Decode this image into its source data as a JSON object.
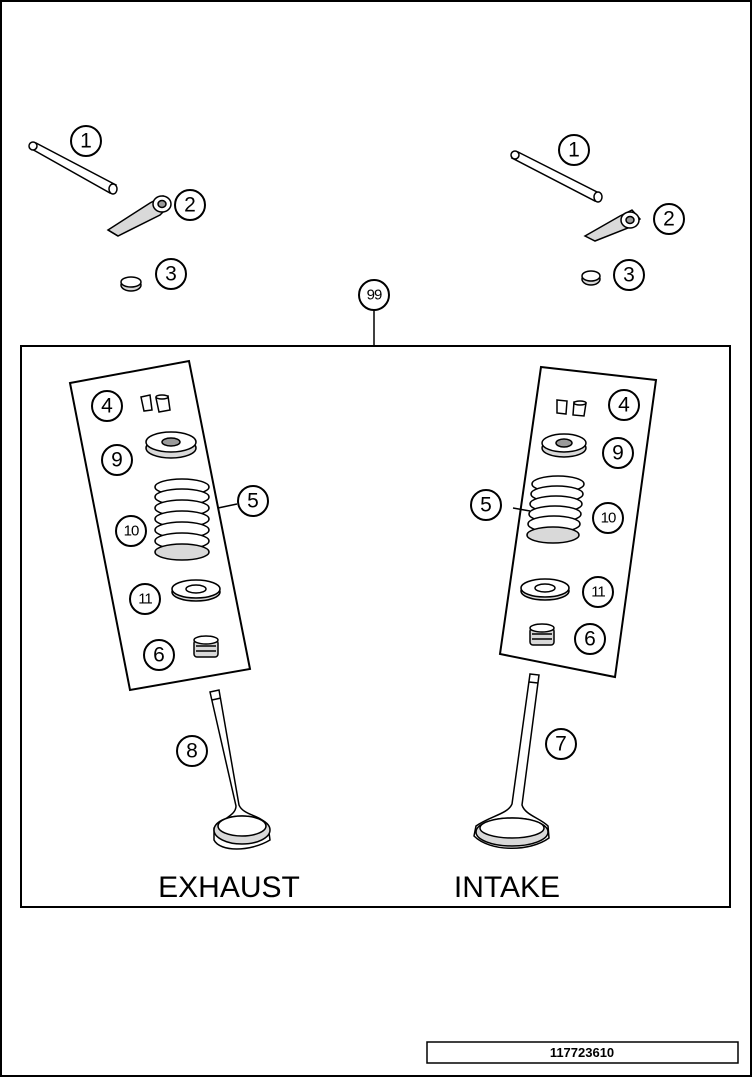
{
  "diagram": {
    "drawing_number": "117723610",
    "labels": {
      "exhaust": "EXHAUST",
      "intake": "INTAKE"
    },
    "callouts": {
      "l1": "1",
      "l2": "2",
      "l3": "3",
      "r1": "1",
      "r2": "2",
      "r3": "3",
      "kit": "99",
      "e4": "4",
      "e9": "9",
      "e5": "5",
      "e10": "10",
      "e11": "11",
      "e6": "6",
      "e8": "8",
      "i4": "4",
      "i9": "9",
      "i5": "5",
      "i10": "10",
      "i11": "11",
      "i6": "6",
      "i7": "7"
    }
  }
}
